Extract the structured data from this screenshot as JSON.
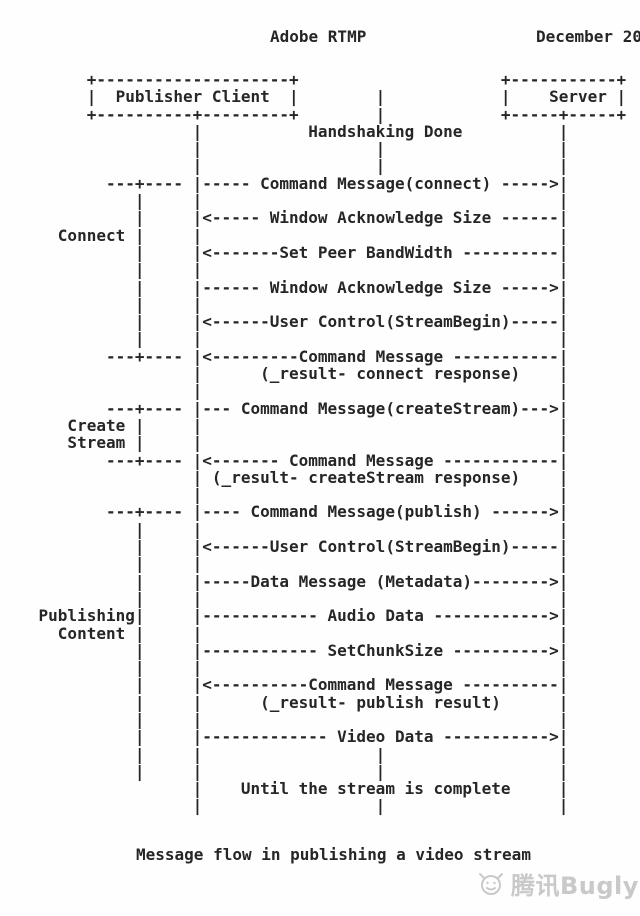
{
  "page": {
    "header": {
      "title": "Adobe RTMP",
      "date": "December 20"
    },
    "caption": "Message flow in publishing a video stream",
    "watermark": {
      "brand": "腾讯Bugly",
      "logo_icon": "bugly-ladybug-icon"
    }
  },
  "colors": {
    "text": "#262626",
    "background": "#fefefe",
    "watermark": "#c9c9c9"
  },
  "diagram": {
    "participants": [
      {
        "name": "Publisher Client"
      },
      {
        "name": "Server"
      }
    ],
    "notes": [
      "Handshaking Done",
      "Until the stream is complete"
    ],
    "phases": [
      "Connect",
      "Create Stream",
      "Publishing Content"
    ],
    "messages": [
      {
        "from": "Publisher Client",
        "to": "Server",
        "label": "Command Message(connect)"
      },
      {
        "from": "Server",
        "to": "Publisher Client",
        "label": "Window Acknowledge Size"
      },
      {
        "from": "Server",
        "to": "Publisher Client",
        "label": "Set Peer BandWidth"
      },
      {
        "from": "Publisher Client",
        "to": "Server",
        "label": "Window Acknowledge Size"
      },
      {
        "from": "Server",
        "to": "Publisher Client",
        "label": "User Control(StreamBegin)"
      },
      {
        "from": "Server",
        "to": "Publisher Client",
        "label": "Command Message (_result- connect response)"
      },
      {
        "from": "Publisher Client",
        "to": "Server",
        "label": "Command Message(createStream)"
      },
      {
        "from": "Server",
        "to": "Publisher Client",
        "label": "Command Message (_result- createStream response)"
      },
      {
        "from": "Publisher Client",
        "to": "Server",
        "label": "Command Message(publish)"
      },
      {
        "from": "Server",
        "to": "Publisher Client",
        "label": "User Control(StreamBegin)"
      },
      {
        "from": "Publisher Client",
        "to": "Server",
        "label": "Data Message (Metadata)"
      },
      {
        "from": "Publisher Client",
        "to": "Server",
        "label": "Audio Data"
      },
      {
        "from": "Publisher Client",
        "to": "Server",
        "label": "SetChunkSize"
      },
      {
        "from": "Server",
        "to": "Publisher Client",
        "label": "Command Message (_result- publish result)"
      },
      {
        "from": "Publisher Client",
        "to": "Server",
        "label": "Video Data"
      }
    ],
    "ascii_lines": [
      "         +--------------------+                     +-----------+",
      "         |  Publisher Client  |        |            |    Server |",
      "         +----------+---------+        |            +-----+-----+",
      "                    |           Handshaking Done          |",
      "                    |                  |                  |",
      "                    |                  |                  |",
      "           ---+---- |----- Command Message(connect) ----->|",
      "              |     |                                     |",
      "              |     |<----- Window Acknowledge Size ------|",
      "      Connect |     |                                     |",
      "              |     |<-------Set Peer BandWidth ----------|",
      "              |     |                                     |",
      "              |     |------ Window Acknowledge Size ----->|",
      "              |     |                                     |",
      "              |     |<------User Control(StreamBegin)-----|",
      "              |     |                                     |",
      "           ---+---- |<---------Command Message -----------|",
      "                    |      (_result- connect response)    |",
      "                    |                                     |",
      "           ---+---- |--- Command Message(createStream)--->|",
      "       Create |     |                                     |",
      "       Stream |     |                                     |",
      "           ---+---- |<------- Command Message ------------|",
      "                    | (_result- createStream response)    |",
      "                    |                                     |",
      "           ---+---- |---- Command Message(publish) ------>|",
      "              |     |                                     |",
      "              |     |<------User Control(StreamBegin)-----|",
      "              |     |                                     |",
      "              |     |-----Data Message (Metadata)-------->|",
      "              |     |                                     |",
      "    Publishing|     |------------ Audio Data ------------>|",
      "      Content |     |                                     |",
      "              |     |------------ SetChunkSize ---------->|",
      "              |     |                                     |",
      "              |     |<----------Command Message ----------|",
      "              |     |      (_result- publish result)      |",
      "              |     |                                     |",
      "              |     |------------- Video Data ----------->|",
      "              |     |                  |                  |",
      "              |     |                  |                  |",
      "                    |    Until the stream is complete     |",
      "                    |                  |                  |"
    ]
  }
}
